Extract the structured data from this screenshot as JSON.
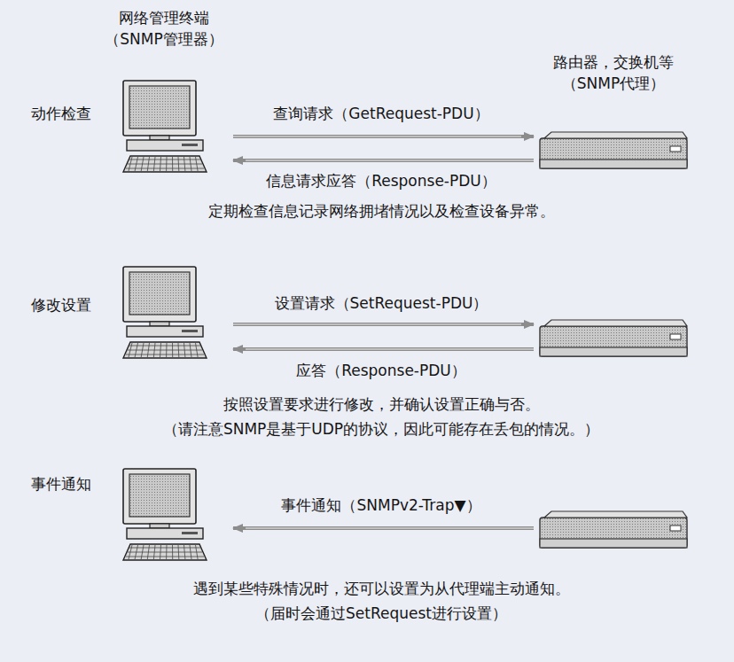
{
  "diagram": {
    "nodes": [
      {
        "text": [
          "网络管理终端 （SNMP管理器）",
          "动作检查"
        ]
      },
      {
        "text": [
          "路由器，交换机等 （SNMP代理）"
        ]
      },
      {
        "text": [
          "修改设置"
        ]
      },
      {
        "text": []
      },
      {
        "text": [
          "事件通知"
        ]
      },
      {
        "text": []
      }
    ],
    "edges": [
      {
        "from": 0,
        "to": 1,
        "label": "查询请求（GetRequest-PDU）",
        "arrow": "to"
      },
      {
        "from": 1,
        "to": 0,
        "label": "信息请求应答（Response-PDU）",
        "arrow": "to"
      },
      {
        "from": 2,
        "to": 3,
        "label": "设置请求（SetRequest-PDU）",
        "arrow": "to"
      },
      {
        "from": 3,
        "to": 2,
        "label": "应答（Response-PDU）",
        "arrow": "to"
      },
      {
        "from": 5,
        "to": 4,
        "label": "事件通知（SNMPv2-Trap▼）",
        "arrow": "to"
      }
    ],
    "labels": [
      "定期检查信息记录网络拥堵情况以及检查设备异常。",
      "按照设置要求进行修改，并确认设置正确与否。",
      "（请注意SNMP是基于UDP的协议，因此可能存在丢包的情况。）",
      "遇到某些特殊情况时，还可以设置为从代理端主动通知。",
      "（届时会通过SetRequest进行设置）"
    ]
  }
}
